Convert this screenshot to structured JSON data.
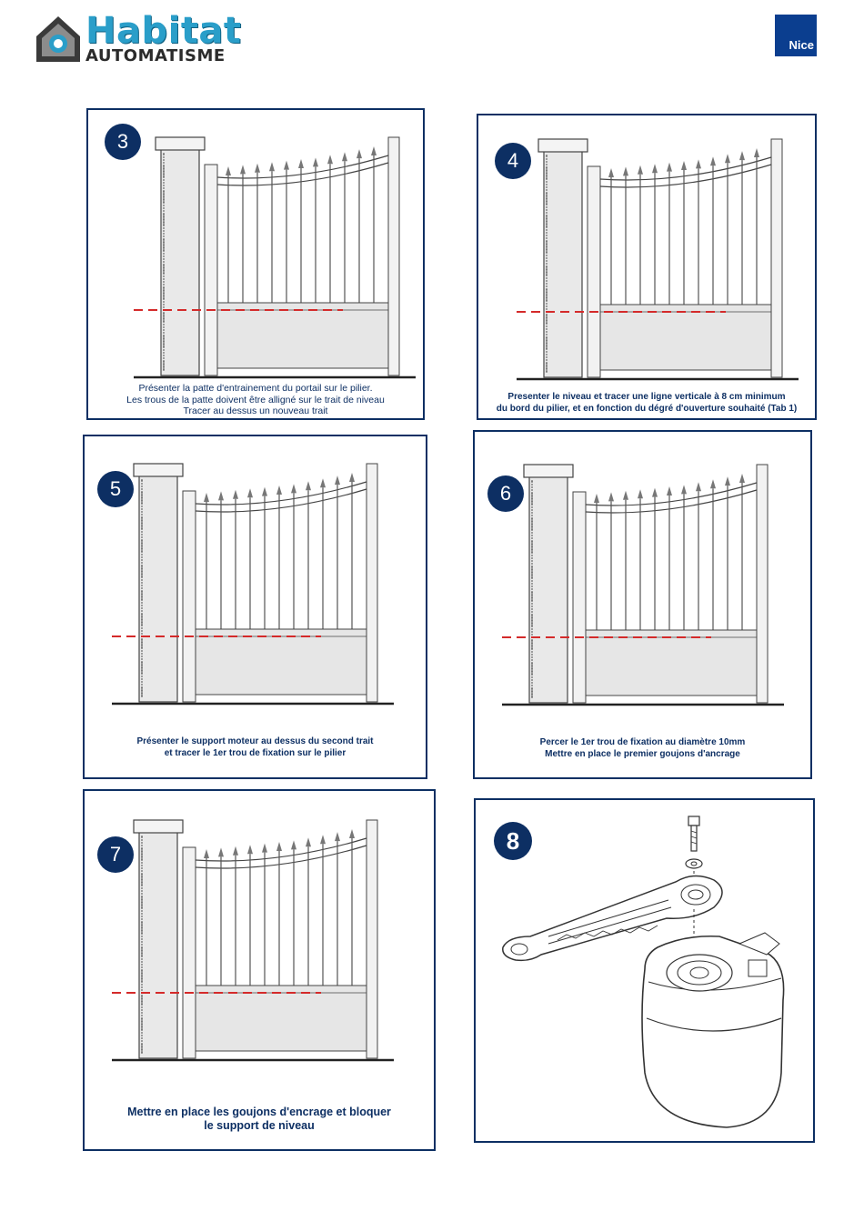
{
  "header": {
    "logo_line1": "Habitat",
    "logo_line2": "AUTOMATISME",
    "brand_badge": "Nice"
  },
  "steps": [
    {
      "number": "3",
      "caption": [
        "Présenter la patte d'entrainement du portail sur le pilier.",
        "Les trous de la patte doivent être alligné sur le trait de niveau",
        "Tracer au dessus un nouveau trait"
      ]
    },
    {
      "number": "4",
      "caption": [
        "Presenter le niveau et tracer une ligne verticale à 8 cm minimum",
        "du bord du pilier, et en fonction du dégré d'ouverture souhaité (Tab 1)"
      ]
    },
    {
      "number": "5",
      "caption": [
        "Présenter le support moteur au dessus du second trait",
        "et tracer le 1er trou de fixation sur le pilier"
      ]
    },
    {
      "number": "6",
      "caption": [
        "Percer le 1er trou de fixation au diamètre 10mm",
        "Mettre en place le premier goujons d'ancrage"
      ]
    },
    {
      "number": "7",
      "caption": [
        "Mettre en place les goujons d'encrage et bloquer",
        "le support de niveau"
      ]
    },
    {
      "number": "8",
      "caption": []
    }
  ],
  "colors": {
    "navy": "#0d2f63",
    "dash": "#d42a2a",
    "brand": "#0b3e8f",
    "logo_blue": "#2a9ec9"
  }
}
